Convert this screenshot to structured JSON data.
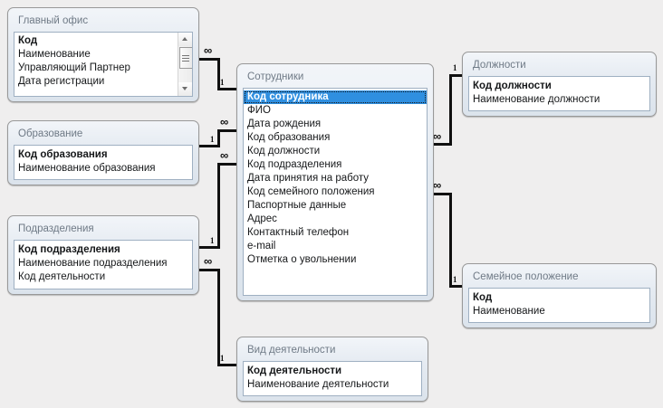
{
  "window": {
    "kind": "access-relationships-diagram",
    "background_color": "#efeeee"
  },
  "tables": [
    {
      "id": "head_office",
      "title": "Главный офис",
      "has_scrollbar": true,
      "fields": [
        {
          "label": "Код",
          "pk": true,
          "selected": false
        },
        {
          "label": "Наименование",
          "pk": false,
          "selected": false
        },
        {
          "label": "Управляющий Партнер",
          "pk": false,
          "selected": false
        },
        {
          "label": "Дата регистрации",
          "pk": false,
          "selected": false
        }
      ]
    },
    {
      "id": "education",
      "title": "Образование",
      "has_scrollbar": false,
      "fields": [
        {
          "label": "Код образования",
          "pk": true,
          "selected": false
        },
        {
          "label": "Наименование образования",
          "pk": false,
          "selected": false
        }
      ]
    },
    {
      "id": "departments",
      "title": "Подразделения",
      "has_scrollbar": false,
      "fields": [
        {
          "label": "Код подразделения",
          "pk": true,
          "selected": false
        },
        {
          "label": "Наименование подразделения",
          "pk": false,
          "selected": false
        },
        {
          "label": "Код деятельности",
          "pk": false,
          "selected": false
        }
      ]
    },
    {
      "id": "employees",
      "title": "Сотрудники",
      "has_scrollbar": false,
      "fields": [
        {
          "label": "Код сотрудника",
          "pk": true,
          "selected": true
        },
        {
          "label": "ФИО",
          "pk": false,
          "selected": false
        },
        {
          "label": "Дата рождения",
          "pk": false,
          "selected": false
        },
        {
          "label": "Код образования",
          "pk": false,
          "selected": false
        },
        {
          "label": "Код должности",
          "pk": false,
          "selected": false
        },
        {
          "label": "Код подразделения",
          "pk": false,
          "selected": false
        },
        {
          "label": "Дата принятия на работу",
          "pk": false,
          "selected": false
        },
        {
          "label": "Код семейного положения",
          "pk": false,
          "selected": false
        },
        {
          "label": "Паспортные данные",
          "pk": false,
          "selected": false
        },
        {
          "label": "Адрес",
          "pk": false,
          "selected": false
        },
        {
          "label": "Контактный телефон",
          "pk": false,
          "selected": false
        },
        {
          "label": "e-mail",
          "pk": false,
          "selected": false
        },
        {
          "label": "Отметка о увольнении",
          "pk": false,
          "selected": false
        }
      ]
    },
    {
      "id": "positions",
      "title": "Должности",
      "has_scrollbar": false,
      "fields": [
        {
          "label": "Код должности",
          "pk": true,
          "selected": false
        },
        {
          "label": "Наименование должности",
          "pk": false,
          "selected": false
        }
      ]
    },
    {
      "id": "marital_status",
      "title": "Семейное положение",
      "has_scrollbar": false,
      "fields": [
        {
          "label": "Код",
          "pk": true,
          "selected": false
        },
        {
          "label": "Наименование",
          "pk": false,
          "selected": false
        }
      ]
    },
    {
      "id": "activity_type",
      "title": "Вид деятельности",
      "has_scrollbar": false,
      "fields": [
        {
          "label": "Код деятельности",
          "pk": true,
          "selected": false
        },
        {
          "label": "Наименование деятельности",
          "pk": false,
          "selected": false
        }
      ]
    }
  ],
  "relationships": [
    {
      "id": "rel-head-office-employees",
      "from": "head_office",
      "to": "employees",
      "from_cardinality": "∞",
      "to_cardinality": "1"
    },
    {
      "id": "rel-education-employees",
      "from": "education",
      "to": "employees",
      "from_cardinality": "1",
      "to_cardinality": "∞"
    },
    {
      "id": "rel-departments-employees",
      "from": "departments",
      "to": "employees",
      "from_cardinality": "1",
      "to_cardinality": "∞"
    },
    {
      "id": "rel-employees-positions",
      "from": "employees",
      "to": "positions",
      "from_cardinality": "∞",
      "to_cardinality": "1"
    },
    {
      "id": "rel-employees-marital",
      "from": "employees",
      "to": "marital_status",
      "from_cardinality": "∞",
      "to_cardinality": "1"
    },
    {
      "id": "rel-departments-activity",
      "from": "departments",
      "to": "activity_type",
      "from_cardinality": "∞",
      "to_cardinality": "1"
    }
  ],
  "cardinality_labels": {
    "one": "1",
    "many": "∞"
  }
}
